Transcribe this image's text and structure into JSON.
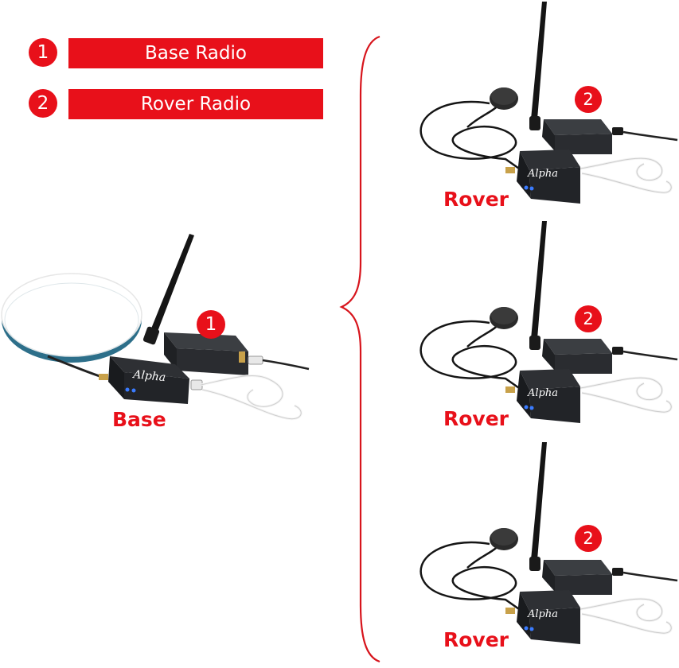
{
  "legend": [
    {
      "number": "1",
      "label": "Base Radio"
    },
    {
      "number": "2",
      "label": "Rover Radio"
    }
  ],
  "base": {
    "badge": "1",
    "caption": "Base",
    "device_logo": "Alpha"
  },
  "rovers": [
    {
      "badge": "2",
      "caption": "Rover",
      "device_logo": "Alpha"
    },
    {
      "badge": "2",
      "caption": "Rover",
      "device_logo": "Alpha"
    },
    {
      "badge": "2",
      "caption": "Rover",
      "device_logo": "Alpha"
    }
  ],
  "colors": {
    "accent": "#e8101a",
    "device": "#1d1f22",
    "antenna": "#151515",
    "brace": "#d7141c"
  }
}
